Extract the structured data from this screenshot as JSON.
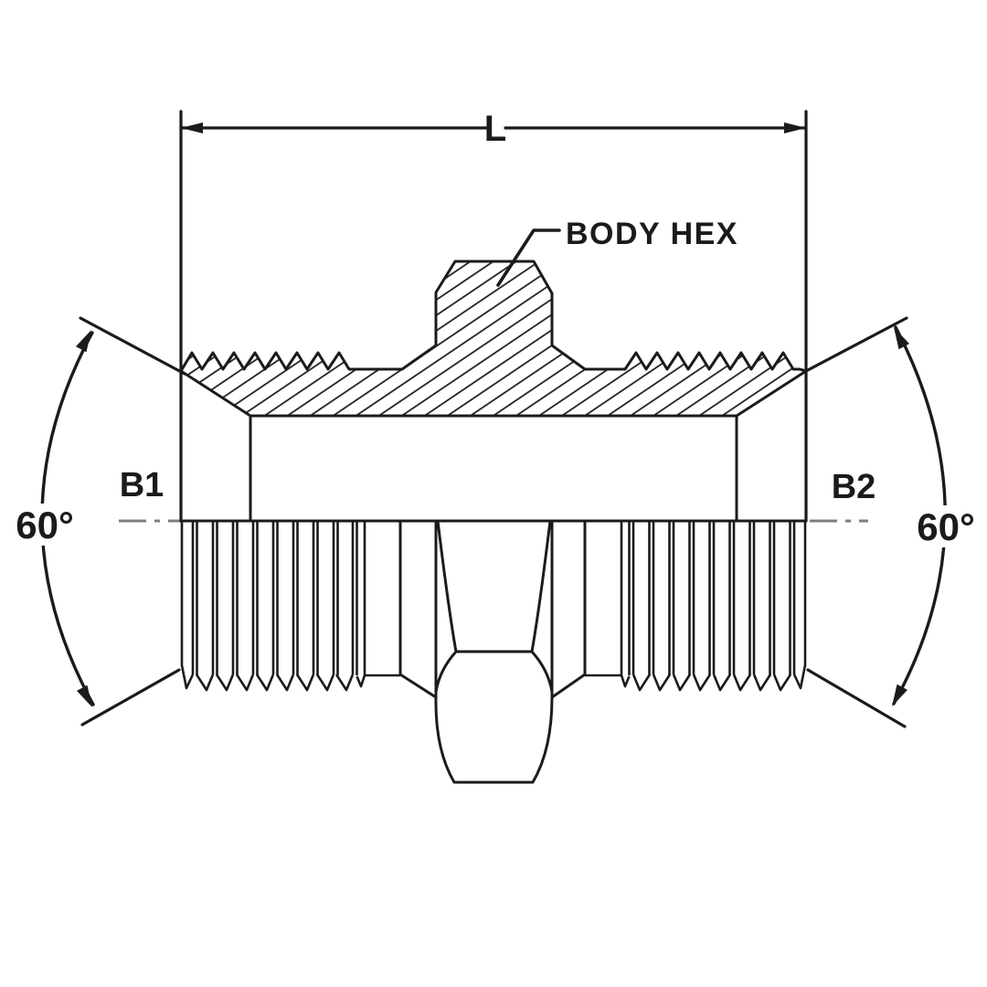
{
  "title": "Male adapter fitting technical drawing",
  "labels": {
    "length_dim": "L",
    "body_hex": "BODY HEX",
    "port_left": "B1",
    "port_right": "B2",
    "angle_left": "60°",
    "angle_right": "60°"
  },
  "colors": {
    "ink": "#1b1b1b",
    "centerline": "#7d7d7d",
    "background": "#ffffff"
  }
}
